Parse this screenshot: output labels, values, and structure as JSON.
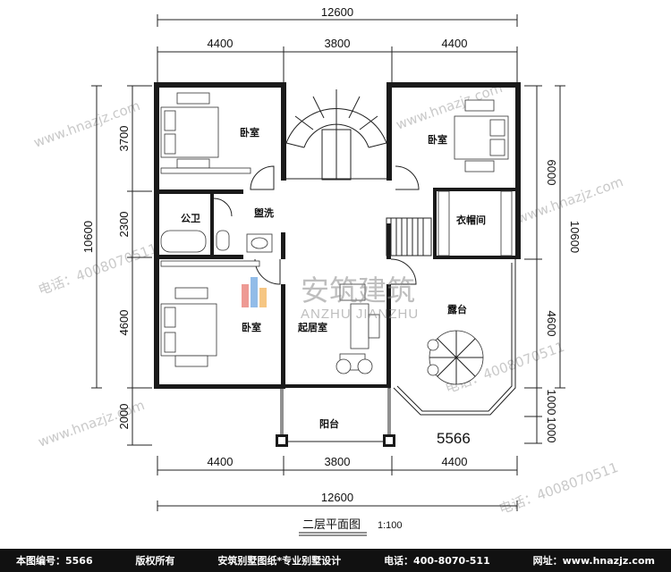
{
  "dimensions": {
    "overall_top": "12600",
    "overall_bottom": "12600",
    "top_segments": [
      "4400",
      "3800",
      "4400"
    ],
    "bottom_segments": [
      "4400",
      "3800",
      "4400"
    ],
    "left_segments": [
      "3700",
      "2300",
      "4600",
      "2000"
    ],
    "left_total": "10600",
    "right_segments": [
      "6000",
      "4600",
      "1000",
      "1000"
    ],
    "right_total": "10600"
  },
  "rooms": {
    "bedroom_nw": "卧室",
    "bedroom_ne": "卧室",
    "bathroom": "公卫",
    "washroom": "盥洗",
    "wardrobe": "衣帽间",
    "bedroom_sw": "卧室",
    "living_room": "起居室",
    "terrace": "露台",
    "balcony": "阳台"
  },
  "plan_code": "5566",
  "title": {
    "name": "二层平面图",
    "scale": "1:100"
  },
  "logo": {
    "cn": "安筑建筑",
    "en": "ANZHU JIANZHU"
  },
  "watermarks": {
    "site": "www.hnazjz.com",
    "phone": "电话：4008070511"
  },
  "footer": {
    "code": "本图编号：5566",
    "rights": "版权所有",
    "brand": "安筑别墅图纸*专业别墅设计",
    "phone": "电话：400-8070-511",
    "site": "网址：www.hnazjz.com"
  },
  "colors": {
    "wall": "#1a1a1a",
    "watermark": "#c9c9c9",
    "logo_red": "#e2574c",
    "logo_blue": "#4a90d9",
    "logo_orange": "#f0a030",
    "footer_bg": "#111111"
  }
}
